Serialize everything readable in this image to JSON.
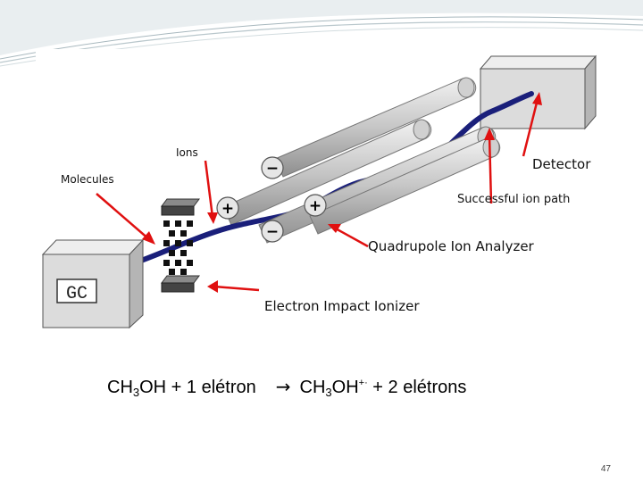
{
  "figure": {
    "labels": {
      "ions": "Ions",
      "molecules": "Molecules",
      "detector": "Detector",
      "successful_ion_path": "Successful ion path",
      "quadrupole": "Quadrupole Ion Analyzer",
      "electron_impact": "Electron Impact Ionizer",
      "gc": "GC"
    },
    "rod_signs": [
      "−",
      "+",
      "+",
      "−"
    ]
  },
  "equation": {
    "left": {
      "a": "CH",
      "sub": "3",
      "b": "OH + 1 elétron"
    },
    "arrow": "→",
    "right": {
      "a": "CH",
      "sub": "3",
      "b": "OH",
      "sup": "+·",
      "c": " + 2 elétrons"
    }
  },
  "page_number": "47",
  "colors": {
    "beam": "#1a1f7a",
    "arrow": "#e01010",
    "rod": "#c8c8c8",
    "box": "#d8d8d8"
  }
}
